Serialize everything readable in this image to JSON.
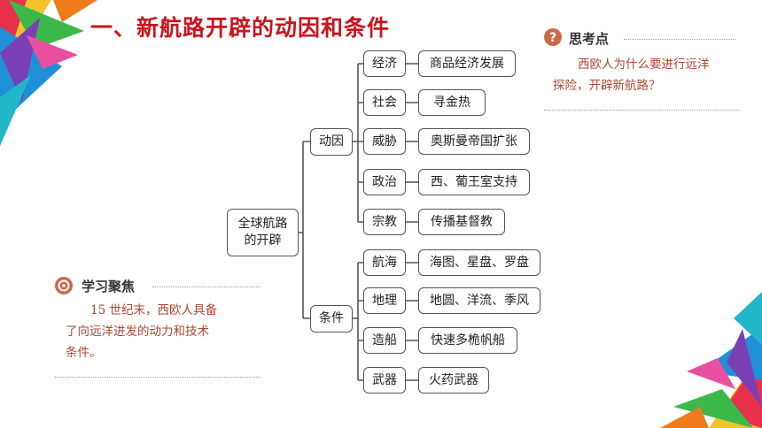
{
  "title": "一、新航路开辟的动因和条件",
  "root": {
    "line1": "全球航路",
    "line2": "的开辟"
  },
  "groups": {
    "motive": {
      "label": "动因",
      "items": [
        {
          "tag": "经济",
          "desc": "商品经济发展"
        },
        {
          "tag": "社会",
          "desc": "寻金热"
        },
        {
          "tag": "威胁",
          "desc": "奥斯曼帝国扩张"
        },
        {
          "tag": "政治",
          "desc": "西、葡王室支持"
        },
        {
          "tag": "宗教",
          "desc": "传播基督教"
        }
      ]
    },
    "condition": {
      "label": "条件",
      "items": [
        {
          "tag": "航海",
          "desc": "海图、星盘、罗盘"
        },
        {
          "tag": "地理",
          "desc": "地圆、洋流、季风"
        },
        {
          "tag": "造船",
          "desc": "快速多桅帆船"
        },
        {
          "tag": "武器",
          "desc": "火药武器"
        }
      ]
    }
  },
  "think": {
    "title": "思考点",
    "line1": "西欧人为什么要进行远洋",
    "line2": "探险，开辟新航路？"
  },
  "focus": {
    "title": "学习聚焦",
    "line1": "15 世纪末，西欧人具备",
    "line2": "了向远洋进发的动力和技术",
    "line3": "条件。"
  },
  "colors": {
    "title": "#c8141e",
    "panel_text": "#a84a33",
    "icon": "#c86a4a"
  }
}
